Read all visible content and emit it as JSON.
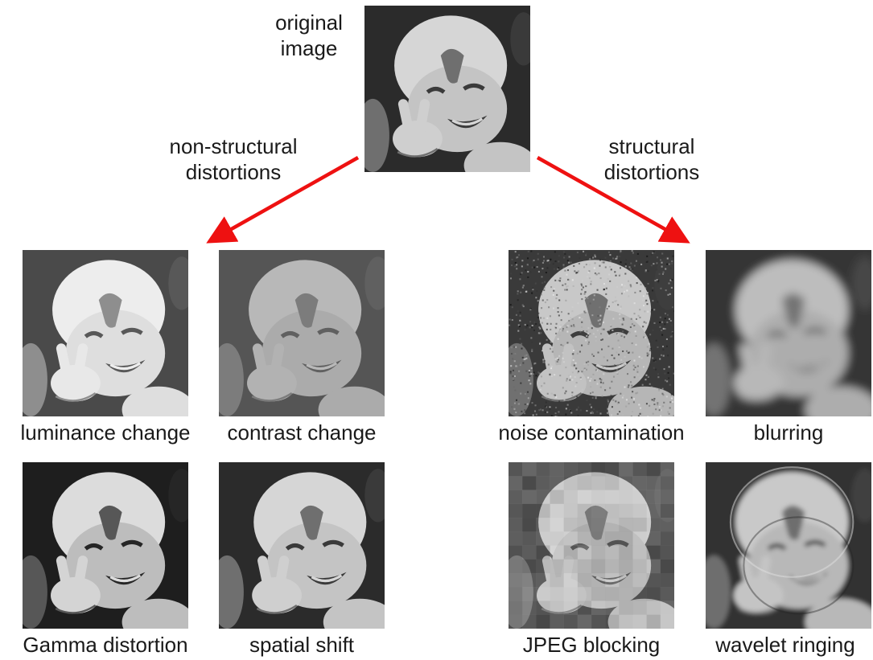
{
  "original": {
    "label_line1": "original",
    "label_line2": "image"
  },
  "non_structural": {
    "heading_line1": "non-structural",
    "heading_line2": "distortions",
    "items": [
      {
        "label": "luminance change",
        "effect": "bright"
      },
      {
        "label": "contrast change",
        "effect": "lowcontrast"
      },
      {
        "label": "Gamma distortion",
        "effect": "gamma"
      },
      {
        "label": "spatial shift",
        "effect": "shift"
      }
    ]
  },
  "structural": {
    "heading_line1": "structural",
    "heading_line2": "distortions",
    "items": [
      {
        "label": "noise contamination",
        "effect": "noise"
      },
      {
        "label": "blurring",
        "effect": "blur"
      },
      {
        "label": "JPEG blocking",
        "effect": "jpeg"
      },
      {
        "label": "wavelet ringing",
        "effect": "ringing"
      }
    ]
  },
  "colors": {
    "arrow": "#ee1111",
    "text": "#1a1a1a",
    "background": "#ffffff"
  }
}
